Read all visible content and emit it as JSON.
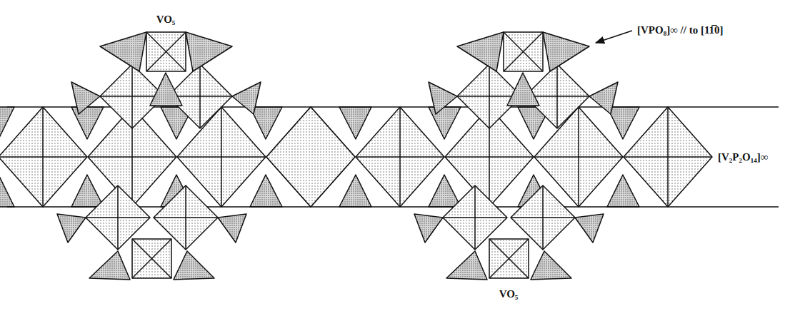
{
  "diagram": {
    "labels": [
      "VO₅",
      "[VPO₈]∞ // to [11̅0]",
      "[V₂P₂O₁₄]∞",
      "VO₅"
    ]
  }
}
